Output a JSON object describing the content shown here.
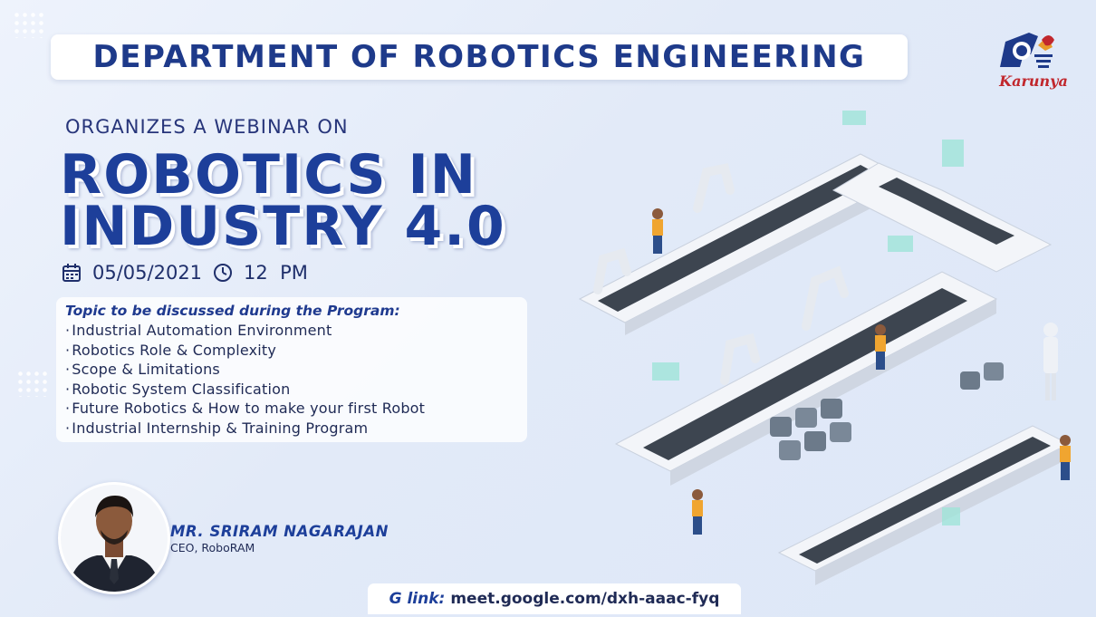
{
  "header": {
    "department_title": "DEPARTMENT OF ROBOTICS ENGINEERING",
    "logo_text": "Karunya",
    "logo_icon": "karunya-emblem"
  },
  "event": {
    "subtitle": "ORGANIZES A WEBINAR ON",
    "headline_line1": "ROBOTICS IN",
    "headline_line2": "INDUSTRY 4.0",
    "date": "05/05/2021",
    "time": "12  PM",
    "date_icon": "calendar-icon",
    "time_icon": "clock-icon"
  },
  "topics": {
    "heading": "Topic to be discussed during the Program:",
    "items": [
      "Industrial Automation Environment",
      "Robotics Role & Complexity",
      "Scope & Limitations",
      "Robotic System Classification",
      "Future Robotics & How to make your first Robot",
      "Industrial Internship & Training Program"
    ]
  },
  "speaker": {
    "name": "MR. SRIRAM NAGARAJAN",
    "role": "CEO, RoboRAM"
  },
  "link": {
    "label": "G link:",
    "url": "meet.google.com/dxh-aaac-fyq"
  },
  "colors": {
    "primary_blue": "#1d3f9a",
    "background": "#e2eaf8",
    "logo_red": "#c1272d",
    "accent_teal": "#46c9b5"
  }
}
